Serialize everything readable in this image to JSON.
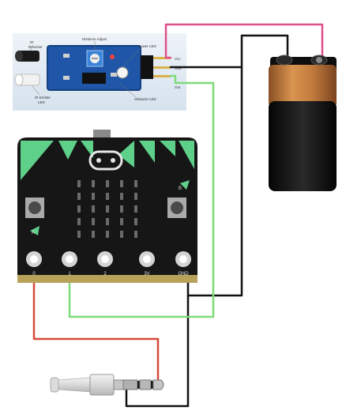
{
  "sensor": {
    "ir_receiver_label_1": "IR",
    "ir_receiver_label_2": "Receiver",
    "distance_adjust_label": "Distance Adjust",
    "power_led_label": "Power LED",
    "ir_emitter_label_1": "IR Emitter",
    "ir_emitter_label_2": "LED",
    "obstacle_led_label": "Obstacle LED",
    "pin_vcc": "Vcc",
    "pin_gnd": "Gnd",
    "pin_out": "Out"
  },
  "microbit": {
    "button_a": "A",
    "button_b": "B",
    "pin_labels": [
      "0",
      "1",
      "2",
      "3V",
      "GND"
    ]
  },
  "colors": {
    "wire_power": "#e0508a",
    "wire_ground": "#111111",
    "wire_signal": "#7ddc7a",
    "wire_audio": "#d64a3a",
    "board_accent": "#5fd08a",
    "board_body": "#161616",
    "battery_copper": "#b8733a"
  },
  "icons": {
    "sensor": "ir-obstacle-sensor-icon",
    "battery": "9v-battery-icon",
    "board": "microbit-board-icon",
    "audio": "audio-jack-icon"
  }
}
